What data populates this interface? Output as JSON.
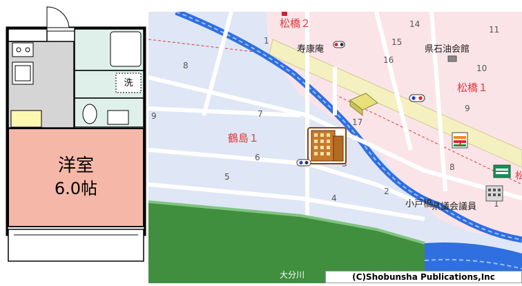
{
  "floorplan": {
    "room_type": "洋室",
    "room_size": "6.0帖",
    "laundry_label": "洗"
  },
  "map": {
    "colors": {
      "residential_blue": "#dfe6f5",
      "commercial_pink": "#fbe4e8",
      "river": "#2f6fe0",
      "park_green": "#3f8f3f",
      "main_road": "#f4f0c0",
      "district_label": "#e0383a"
    },
    "district_labels": {
      "matsuhashi2": "松橋２",
      "matsuhashi1": "松橋１",
      "tsurushima1": "鶴島１"
    },
    "place_labels": {
      "jukoan": "寿康庵",
      "kenseki": "県石油会館",
      "kogohashi": "小戸橋",
      "kengikai": "県議会議員",
      "kai": "大分川"
    },
    "block_numbers": [
      "1",
      "14",
      "15",
      "11",
      "16",
      "10",
      "8",
      "7",
      "9",
      "17",
      "9",
      "6",
      "5",
      "3",
      "2",
      "4",
      "8",
      "1"
    ],
    "copyright": "(C)Shobunsha Publications,Inc",
    "icons": [
      "property-building-icon",
      "convenience-store-icon",
      "traffic-signal-icon",
      "shrine-icon",
      "office-building-icon",
      "bank-icon"
    ]
  }
}
